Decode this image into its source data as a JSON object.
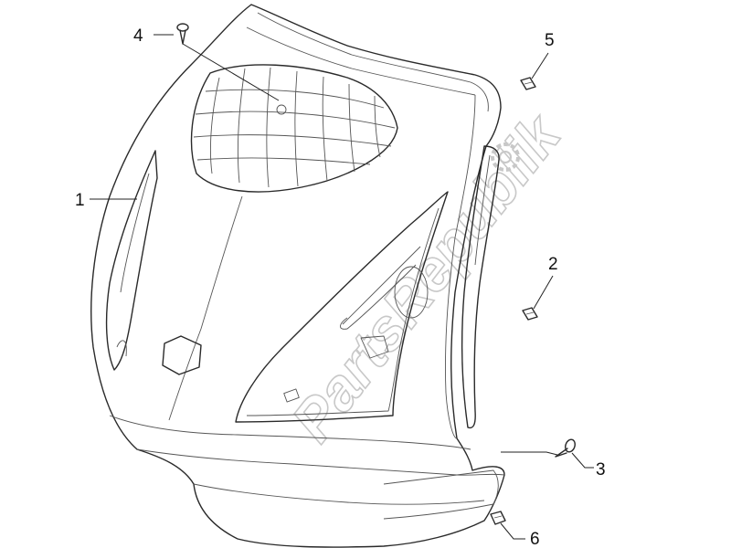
{
  "watermark": {
    "text": "PartsRepublik",
    "color": "#c8c8c8"
  },
  "callouts": {
    "part1": "1",
    "part2": "2",
    "part3": "3",
    "part4": "4",
    "part5": "5",
    "part6": "6"
  },
  "colors": {
    "line": "#2a2a2a",
    "background": "#ffffff"
  }
}
